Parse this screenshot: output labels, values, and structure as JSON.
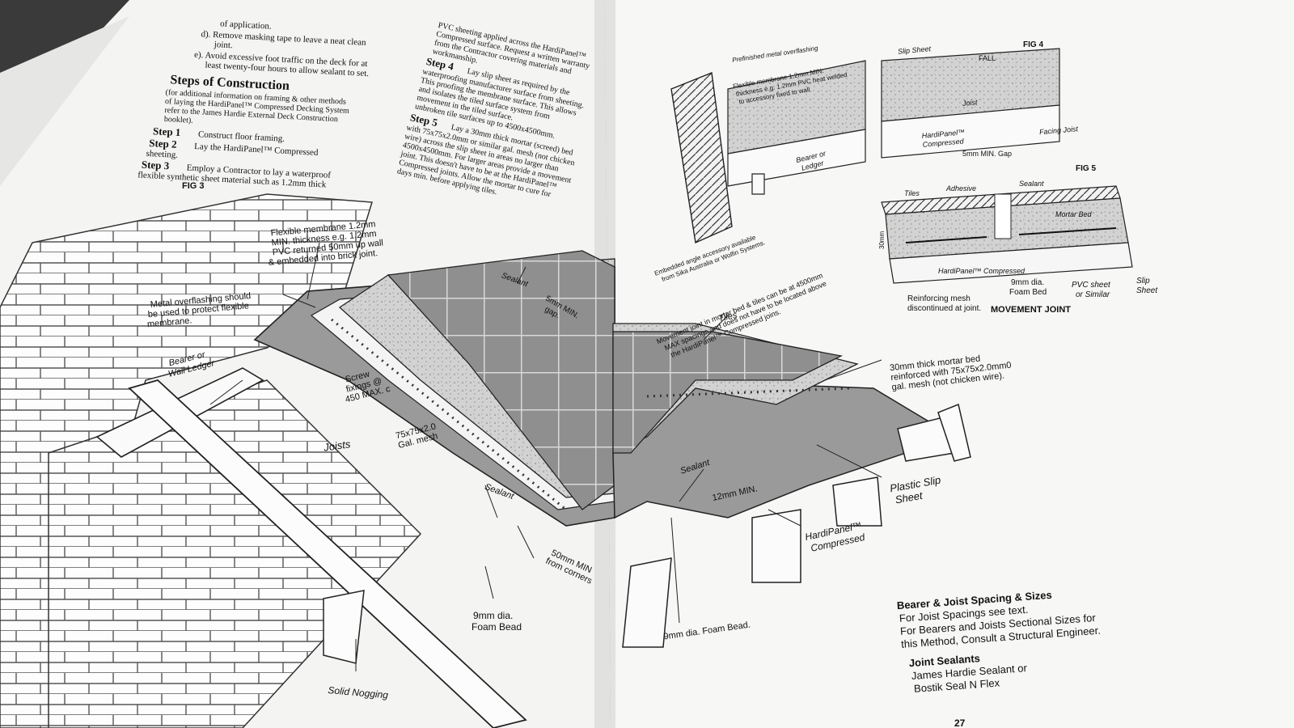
{
  "left_page": {
    "intro_line": "of application.",
    "item_d": "d). Remove masking tape to leave a neat clean",
    "item_d_2": "joint.",
    "item_e": "e). Avoid excessive foot traffic on the deck for at",
    "item_e_2": "least twenty-four hours to allow sealant to set.",
    "heading": "Steps of Construction",
    "note_1": "(for additional information on framing & other methods",
    "note_2": "of laying the HardiPanel™ Compressed Decking System",
    "note_3": "refer to the James Hardie External Deck Construction",
    "note_4": "booklet).",
    "step1_label": "Step 1",
    "step1_text": "Construct floor framing.",
    "step2_label": "Step 2",
    "step2_text": "Lay the HardiPanel™ Compressed",
    "step2_text_2": "sheeting.",
    "step3_label": "Step 3",
    "step3_text": "Employ a Contractor to lay a waterproof",
    "step3_text_2": "flexible synthetic sheet material such as 1.2mm thick",
    "step4_pre_1": "PVC sheeting applied across the HardiPanel™",
    "step4_pre_2": "Compressed surface. Request a written warranty",
    "step4_pre_3": "from the Contractor covering materials and",
    "step4_pre_4": "workmanship.",
    "step4_label": "Step 4",
    "step4_text_1": "Lay slip sheet as required by the",
    "step4_text_2": "waterproofing manufacturer surface from sheeting.",
    "step4_text_3": "This proofing the membrane surface. This allows",
    "step4_text_4": "and isolates the tiled surface system from",
    "step4_text_5": "movement in the tiled surface.",
    "step4_text_6": "unbroken tile surfaces up to 4500x4500mm.",
    "step5_label": "Step 5",
    "step5_text_1": "Lay a 30mm thick mortar (screed) bed",
    "step5_text_2": "with 75x75x2.0mm or similar gal. mesh (not chicken",
    "step5_text_3": "wire) across the slip sheet in areas no larger than",
    "step5_text_4": "4500x4500mm. For larger areas provide a movement",
    "step5_text_5": "joint. This doesn't have to be at the HardiPanel™",
    "step5_text_6": "Compressed joints. Allow the mortar to cure for",
    "step5_text_7": "days min. before applying tiles."
  },
  "fig3": {
    "label": "FIG 3",
    "membrane_1": "Flexible membrane 1.2mm",
    "membrane_2": "MIN. thickness e.g. 1.2mm",
    "membrane_3": "PVC returned 50mm up wall",
    "membrane_4": "& embedded into brick joint.",
    "overflash_1": "Metal overflashing should",
    "overflash_2": "be used to protect flexible",
    "overflash_3": "membrane.",
    "bearer_1": "Bearer or",
    "bearer_2": "Wall Ledger",
    "screw_1": "Screw",
    "screw_2": "fixings @",
    "screw_3": "450 MAX. c",
    "mesh_1": "75x75x2.0",
    "mesh_2": "Gal. mesh",
    "joists": "Joists",
    "sealant": "Sealant",
    "gap_1": "5mm MIN.",
    "gap_2": "gap.",
    "sealant_2": "Sealant",
    "corners_1": "50mm MIN",
    "corners_2": "from corners",
    "foam_1": "9mm dia.",
    "foam_2": "Foam Bead",
    "nogging": "Solid Nogging",
    "tiles": "Tiles",
    "mortar_1": "30mm thick mortar bed",
    "mortar_2": "reinforced with 75x75x2.0mm0",
    "mortar_3": "gal. mesh (not chicken wire).",
    "sealant_3": "Sealant",
    "min12": "12mm MIN.",
    "slip_1": "Plastic Slip",
    "slip_2": "Sheet",
    "hardi_1": "HardiPanel™",
    "hardi_2": "Compressed",
    "foam_bead": "9mm dia. Foam Bead.",
    "movement_1": "Movement joint in mortar bed & tiles can be at 4500mm",
    "movement_2": "MAX spacings and does not have to be located above",
    "movement_3": "the HardiPanel™ Compressed joins."
  },
  "fig4": {
    "label": "FIG 4",
    "overflash": "Prefinished metal overflashing",
    "flex_1": "Flexible membrane 1.2mm MIN.",
    "flex_2": "thickness e.g. 1.2mm PVC heat welded",
    "flex_3": "to accessory fixed to wall",
    "slip": "Slip Sheet",
    "fall": "FALL",
    "joist": "Joist",
    "hardi_1": "HardiPanel™",
    "hardi_2": "Compressed",
    "facing": "Facing Joist",
    "bearer_1": "Bearer or",
    "bearer_2": "Ledger",
    "angle_1": "Embedded angle accessory available",
    "angle_2": "from Sika Australia or Wolfin Systems."
  },
  "fig5": {
    "label": "FIG 5",
    "gap": "5mm MIN. Gap",
    "tiles": "Tiles",
    "adhesive": "Adhesive",
    "sealant": "Sealant",
    "mortar": "Mortar Bed",
    "depth": "30mm",
    "hardi": "HardiPanel™ Compressed",
    "reinf_1": "Reinforcing mesh",
    "reinf_2": "discontinued at joint.",
    "foam_1": "9mm dia.",
    "foam_2": "Foam Bed",
    "pvc_1": "PVC sheet",
    "pvc_2": "or Similar",
    "slip_1": "Slip",
    "slip_2": "Sheet",
    "title": "MOVEMENT JOINT"
  },
  "notes": {
    "spacing_title": "Bearer & Joist Spacing & Sizes",
    "spacing_1": "For Joist Spacings see text.",
    "spacing_2": "For Bearers and Joists Sectional Sizes for",
    "spacing_3": "this Method, Consult a Structural Engineer.",
    "sealant_title": "Joint Sealants",
    "sealant_1": "James Hardie Sealant or",
    "sealant_2": "Bostik Seal N Flex"
  },
  "page_number": "27"
}
